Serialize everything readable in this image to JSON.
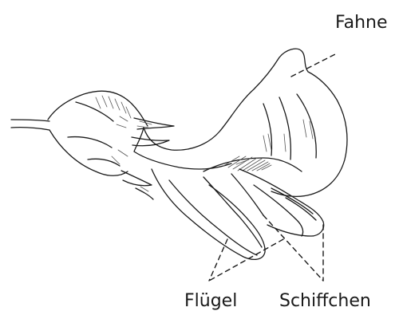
{
  "labels": {
    "fahne": "Fahne",
    "fluegel": "Flügel",
    "schiffchen": "Schiffchen"
  },
  "colors": {
    "ink": "#1a1a1a",
    "hatch": "#555555",
    "background": "#ffffff"
  }
}
